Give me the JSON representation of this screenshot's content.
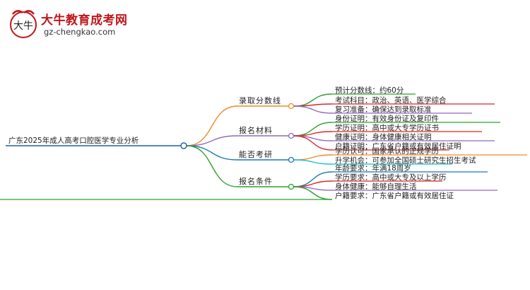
{
  "logo": {
    "title": "大牛教育成考网",
    "url": "gz-chengkao.com",
    "mark_glyph": "大牛"
  },
  "mindmap": {
    "root": "广东2025年成人高考口腔医学专业分析",
    "branches": [
      {
        "label": "录取分数线",
        "color": "#f08a24",
        "leaves": [
          {
            "text": "预计分数线：约60分",
            "color": "#2ca02c"
          },
          {
            "text": "考试科目：政治、英语、医学综合",
            "color": "#d62728"
          },
          {
            "text": "复习准备：确保达到录取标准",
            "color": "#9467bd"
          }
        ]
      },
      {
        "label": "报名材料",
        "color": "#9467bd",
        "leaves": [
          {
            "text": "身份证明：有效身份证及复印件",
            "color": "#2ca02c"
          },
          {
            "text": "学历证明：高中或大专学历证书",
            "color": "#d62728"
          },
          {
            "text": "健康证明：身体健康相关证明",
            "color": "#9467bd"
          },
          {
            "text": "户籍证明：广东省户籍或有效居住证明",
            "color": "#d62728"
          }
        ]
      },
      {
        "label": "能否考研",
        "color": "#1f77b4",
        "leaves": [
          {
            "text": "学历认可：国家承认的正规学历",
            "color": "#f08a24"
          },
          {
            "text": "升学机会：可参加全国硕士研究生招生考试",
            "color": "#17becf"
          }
        ]
      },
      {
        "label": "报名条件",
        "color": "#2ca02c",
        "leaves": [
          {
            "text": "年龄要求：年满18周岁",
            "color": "#1f77b4"
          },
          {
            "text": "学历要求：高中或大专及以上学历",
            "color": "#d62728"
          },
          {
            "text": "身体健康：能够自理生活",
            "color": "#9467bd"
          },
          {
            "text": "户籍要求：广东省户籍或有效居住证",
            "color": "#2ca02c"
          }
        ]
      }
    ]
  }
}
